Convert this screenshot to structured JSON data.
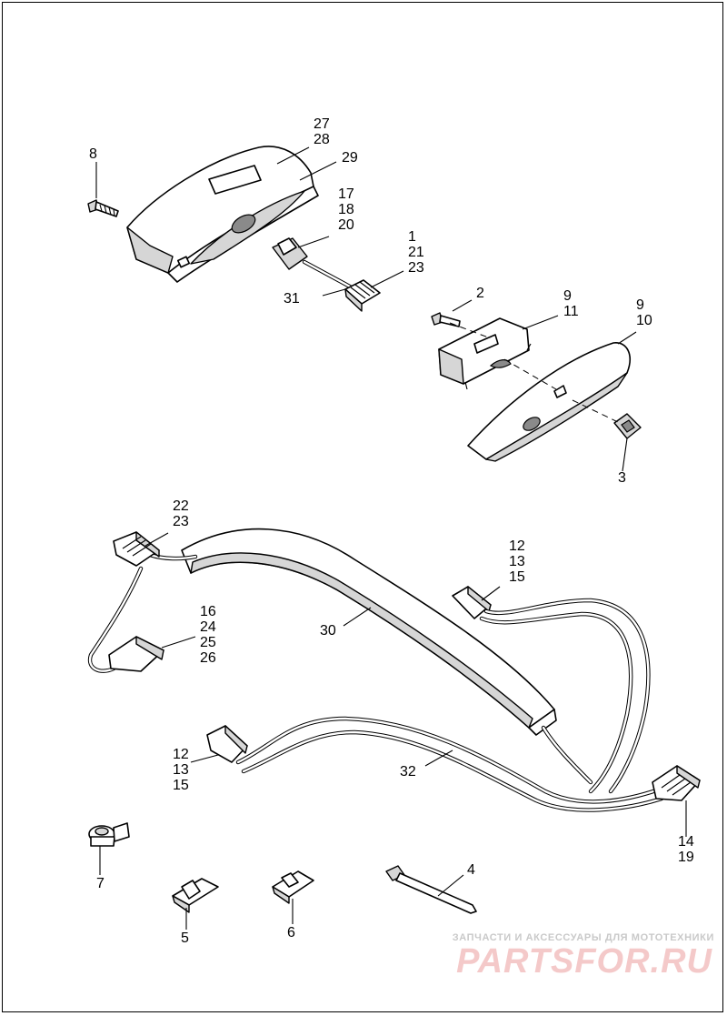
{
  "callouts": [
    {
      "id": "c8",
      "lines": [
        "8"
      ]
    },
    {
      "id": "c27",
      "lines": [
        "27",
        "28"
      ]
    },
    {
      "id": "c29",
      "lines": [
        "29"
      ]
    },
    {
      "id": "c17",
      "lines": [
        "17",
        "18",
        "20"
      ]
    },
    {
      "id": "c1",
      "lines": [
        "1",
        "21",
        "23"
      ]
    },
    {
      "id": "c31",
      "lines": [
        "31"
      ]
    },
    {
      "id": "c2",
      "lines": [
        "2"
      ]
    },
    {
      "id": "c9a",
      "lines": [
        "9",
        "11"
      ]
    },
    {
      "id": "c9b",
      "lines": [
        "9",
        "10"
      ]
    },
    {
      "id": "c3",
      "lines": [
        "3"
      ]
    },
    {
      "id": "c22",
      "lines": [
        "22",
        "23"
      ]
    },
    {
      "id": "c12a",
      "lines": [
        "12",
        "13",
        "15"
      ]
    },
    {
      "id": "c16",
      "lines": [
        "16",
        "24",
        "25",
        "26"
      ]
    },
    {
      "id": "c30",
      "lines": [
        "30"
      ]
    },
    {
      "id": "c12b",
      "lines": [
        "12",
        "13",
        "15"
      ]
    },
    {
      "id": "c32",
      "lines": [
        "32"
      ]
    },
    {
      "id": "c14",
      "lines": [
        "14",
        "19"
      ]
    },
    {
      "id": "c7",
      "lines": [
        "7"
      ]
    },
    {
      "id": "c4",
      "lines": [
        "4"
      ]
    },
    {
      "id": "c5",
      "lines": [
        "5"
      ]
    },
    {
      "id": "c6",
      "lines": [
        "6"
      ]
    }
  ],
  "watermark": {
    "tagline": "ЗАПЧАСТИ И АКСЕССУАРЫ ДЛЯ МОТОТЕХНИКИ",
    "logo": "PARTSFOR.RU"
  }
}
